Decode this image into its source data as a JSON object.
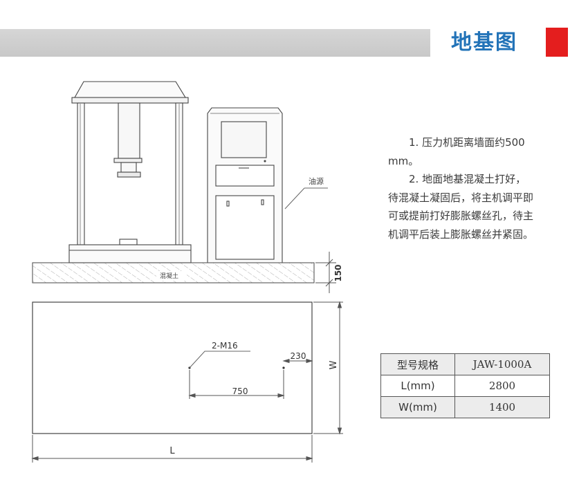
{
  "header": {
    "title": "地基图",
    "accent_color": "#e41e1e",
    "title_color": "#2273b8"
  },
  "notes": [
    "1. 压力机距离墙面约500 mm。",
    "2. 地面地基混凝土打好，待混凝土凝固后，将主机调平即可或提前打好膨胀螺丝孔，待主机调平后装上膨胀螺丝并紧固。"
  ],
  "drawing": {
    "oil_source_label": "油源",
    "concrete_label": "混凝土",
    "thickness_label": "150",
    "bolt_label": "2-M16",
    "offset_label": "230",
    "spacing_label": "750",
    "width_label": "W",
    "length_label": "L"
  },
  "spec_table": {
    "rows": [
      {
        "key": "型号规格",
        "value": "JAW-1000A"
      },
      {
        "key": "L(mm)",
        "value": "2800"
      },
      {
        "key": "W(mm)",
        "value": "1400"
      }
    ]
  }
}
